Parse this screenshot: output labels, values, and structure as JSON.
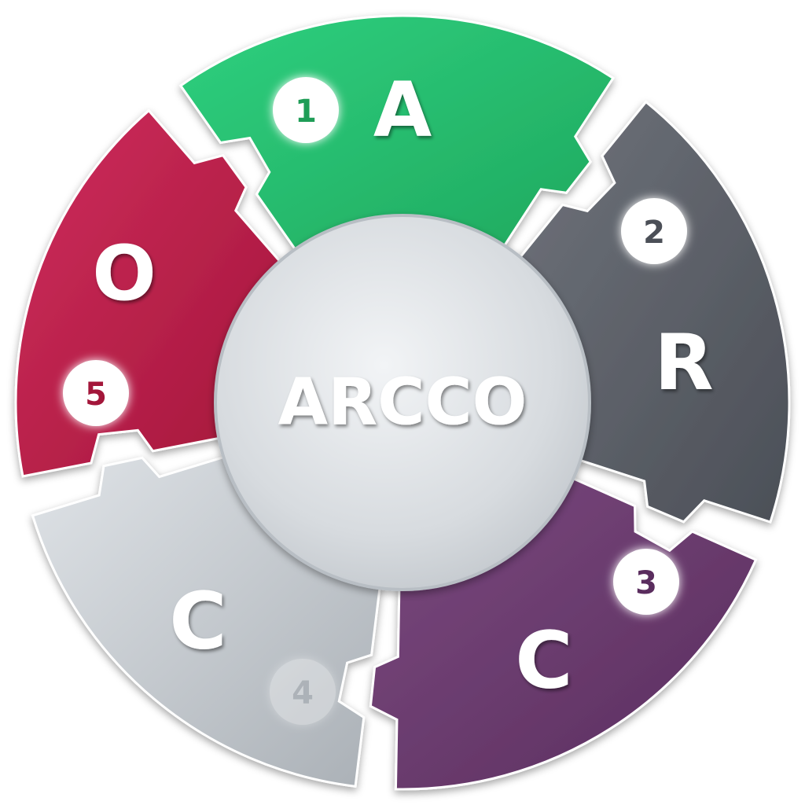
{
  "center": {
    "label": "ARCCO"
  },
  "segments": [
    {
      "letter": "A",
      "number": "1",
      "color": "#1fa85e",
      "colorLight": "#2fd07f",
      "numberColor": "#1f9d57",
      "badgeOpacity": 1
    },
    {
      "letter": "R",
      "number": "2",
      "color": "#4b4f57",
      "colorLight": "#6f737b",
      "numberColor": "#4b4f57",
      "badgeOpacity": 1
    },
    {
      "letter": "C",
      "number": "3",
      "color": "#5a2d5e",
      "colorLight": "#7a4a7e",
      "numberColor": "#5a2d5e",
      "badgeOpacity": 1
    },
    {
      "letter": "C",
      "number": "4",
      "color": "#aab0b6",
      "colorLight": "#dfe3e7",
      "numberColor": "#ffffff",
      "badgeOpacity": 0.35
    },
    {
      "letter": "O",
      "number": "5",
      "color": "#a3163a",
      "colorLight": "#cf2d5c",
      "numberColor": "#a3163a",
      "badgeOpacity": 1
    }
  ]
}
